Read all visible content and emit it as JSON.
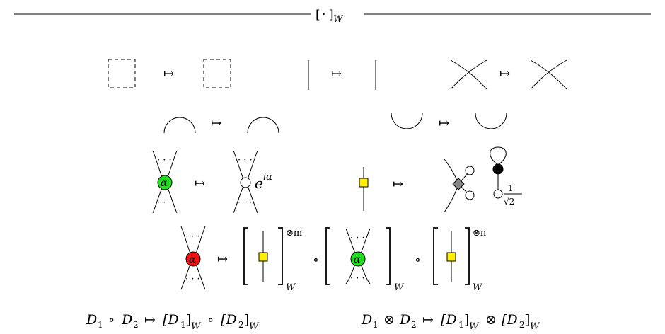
{
  "title": {
    "lbr": "[",
    "dot": "·",
    "rbr": "]",
    "sub": "W"
  },
  "arrow": "↦",
  "phase": {
    "base": "e",
    "exp": "iα"
  },
  "green_label": "α",
  "red_label": "α",
  "tensor_m": "⊗m",
  "tensor_n": "⊗n",
  "sub_w": "W",
  "compose": "∘",
  "norm": {
    "num": "1",
    "den": "√2"
  },
  "rule1": {
    "D1": "D",
    "s1": "1",
    "op": "∘",
    "D2": "D",
    "s2": "2",
    "map": "↦",
    "lb1": "[D",
    "ls1": "1",
    "rb1": "]",
    "w1": "W",
    "op2": "∘",
    "lb2": "[D",
    "ls2": "2",
    "rb2": "]",
    "w2": "W"
  },
  "rule2": {
    "D1": "D",
    "s1": "1",
    "op": "⊗",
    "D2": "D",
    "s2": "2",
    "map": "↦",
    "lb1": "[D",
    "ls1": "1",
    "rb1": "]",
    "w1": "W",
    "op2": "⊗",
    "lb2": "[D",
    "ls2": "2",
    "rb2": "]",
    "w2": "W"
  },
  "colors": {
    "green": "#22dd22",
    "red": "#ee1111",
    "yellow": "#ffee00",
    "gray": "#888888",
    "black": "#000000"
  }
}
